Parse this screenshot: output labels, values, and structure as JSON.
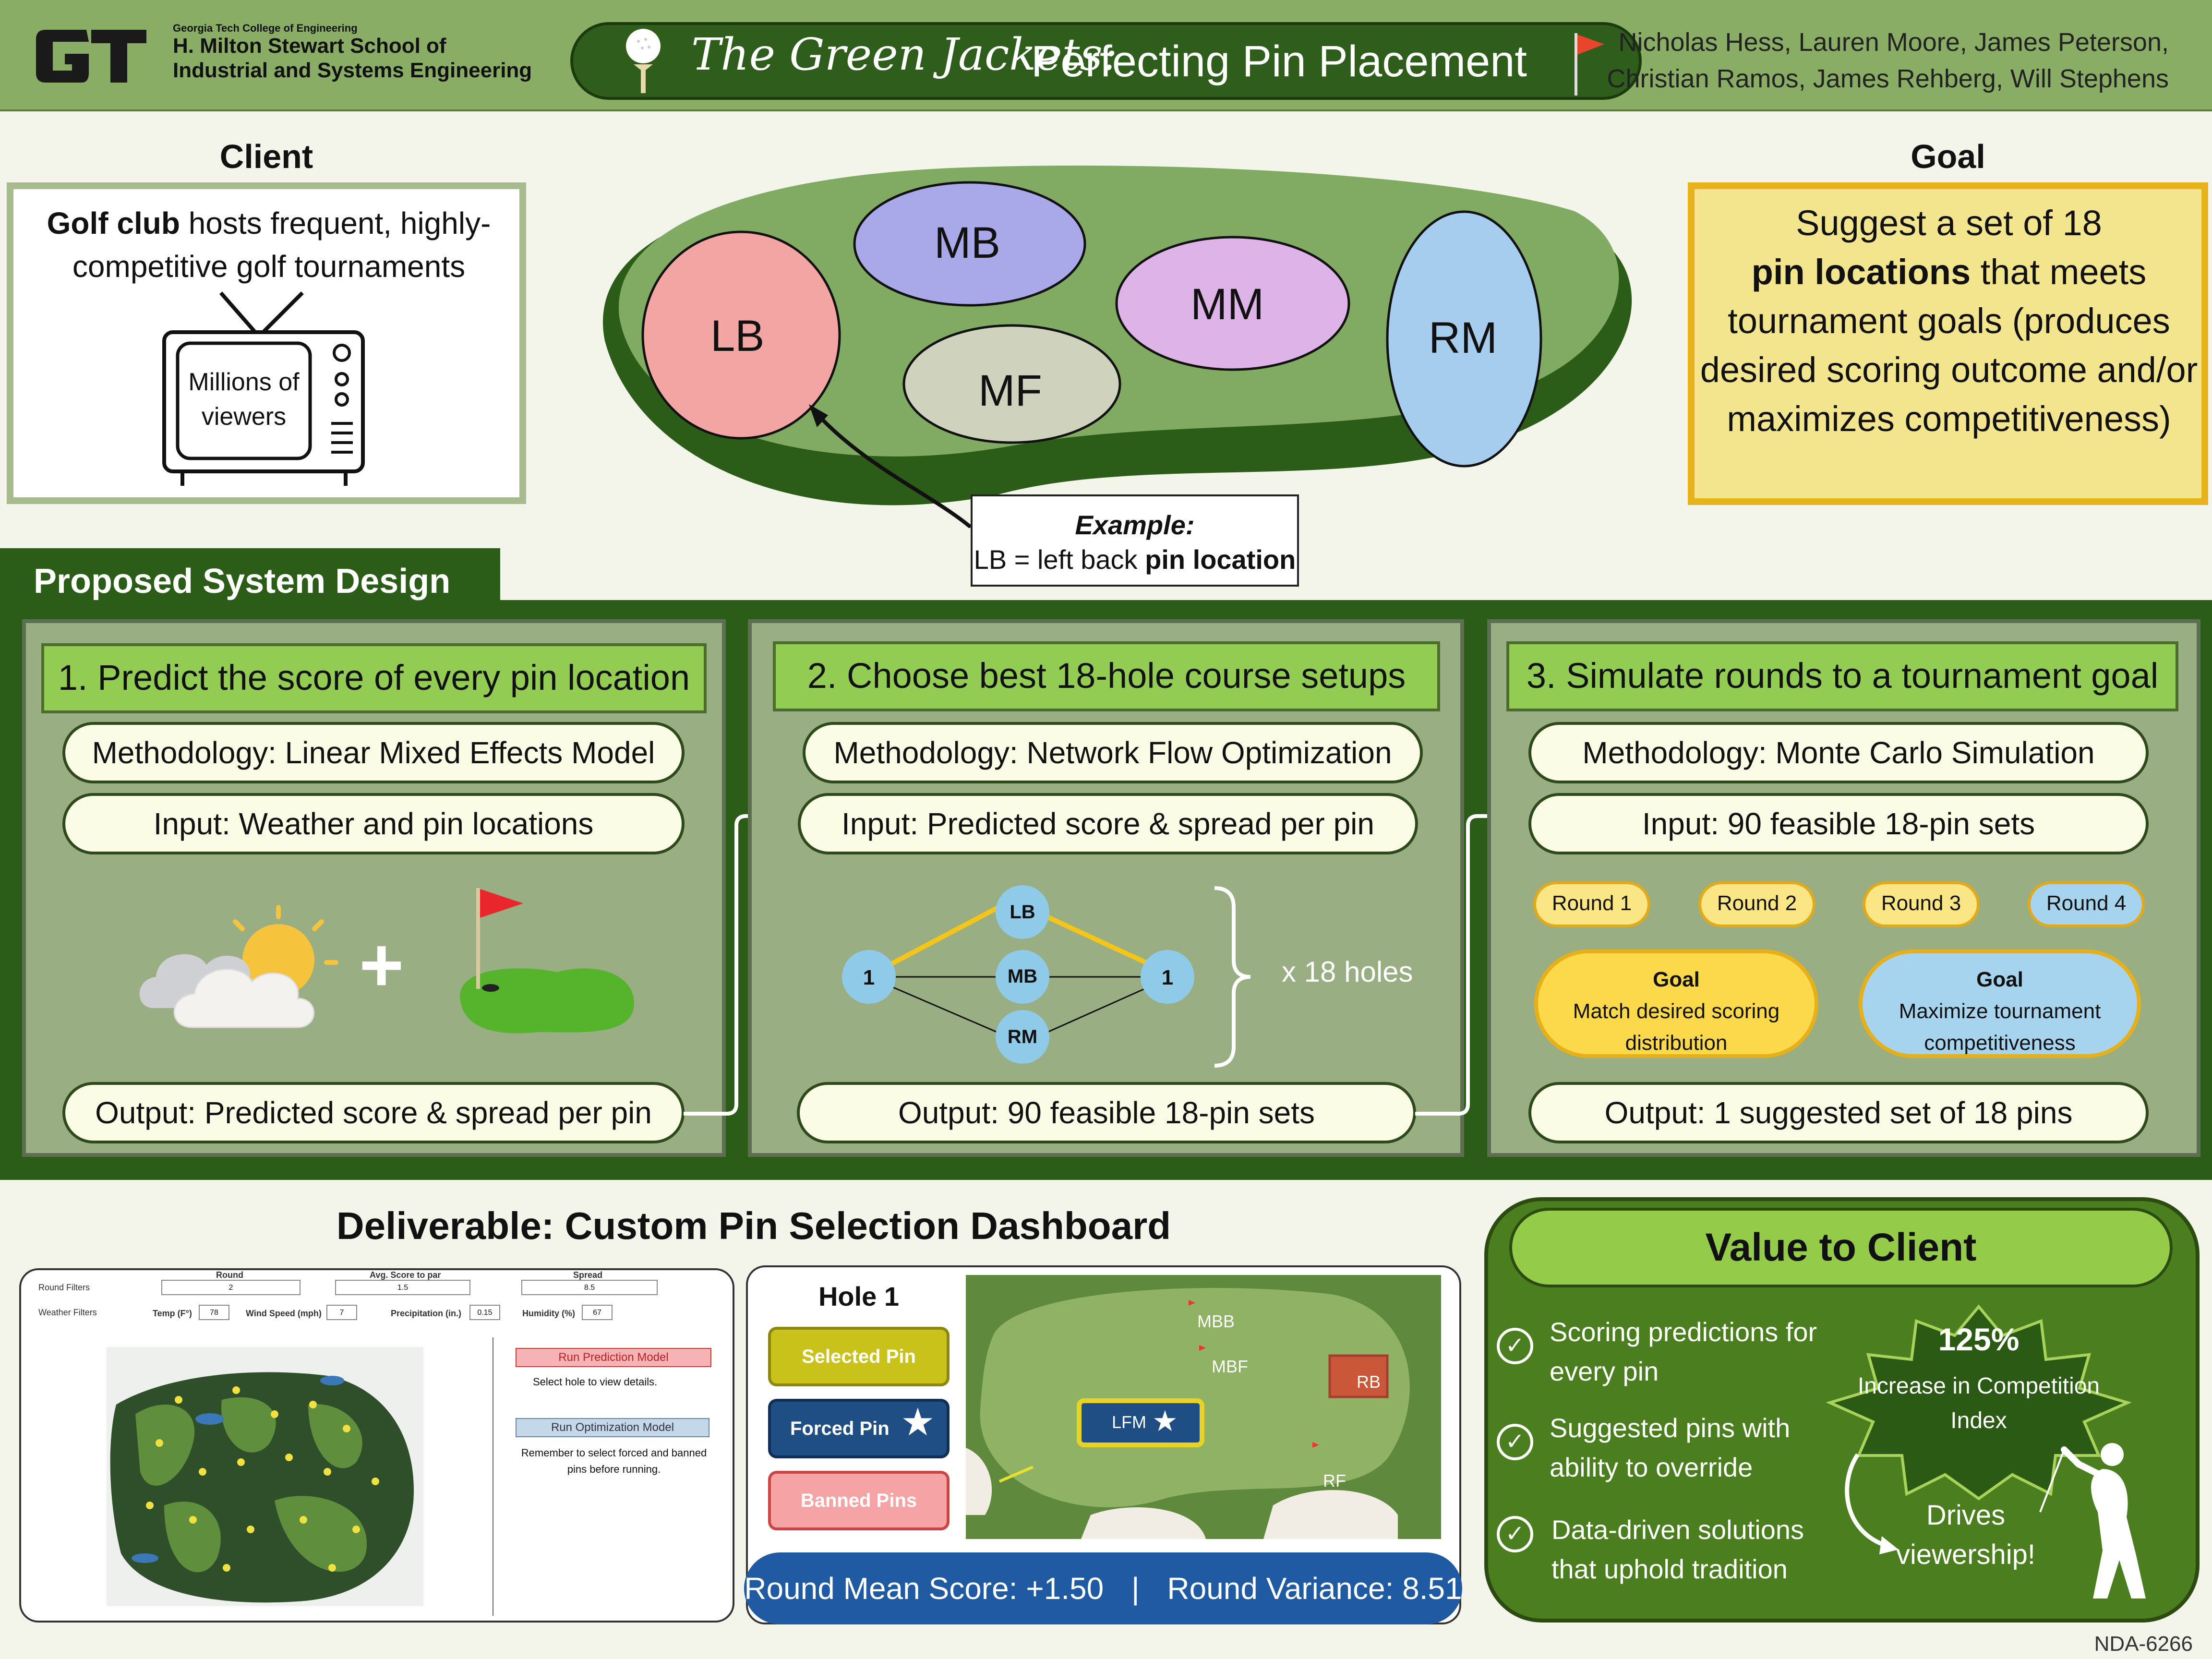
{
  "header": {
    "school_small": "Georgia Tech College of Engineering",
    "school_line1": "H. Milton Stewart School of",
    "school_line2": "Industrial and Systems Engineering",
    "team_name": "The Green Jackets:",
    "title": "Perfecting Pin Placement",
    "authors_line1": "Nicholas Hess, Lauren Moore, James Peterson,",
    "authors_line2": "Christian Ramos, James Rehberg, Will Stephens"
  },
  "client": {
    "heading": "Client",
    "bold": "Golf club",
    "text": " hosts frequent, highly-competitive golf tournaments",
    "tv_line1": "Millions of",
    "tv_line2": "viewers"
  },
  "green": {
    "zones": [
      "LB",
      "MB",
      "MM",
      "MF",
      "RM"
    ],
    "example_label": "Example:",
    "example_text": "LB = left back ",
    "example_bold": "pin location"
  },
  "goal": {
    "heading": "Goal",
    "line1": "Suggest a set of 18",
    "bold": "pin locations",
    "line2": " that meets tournament goals (produces desired scoring outcome and/or maximizes competitiveness)"
  },
  "system": {
    "heading": "Proposed System Design",
    "panels": [
      {
        "title": "1.  Predict the score of every pin location",
        "method": "Methodology: Linear Mixed Effects Model",
        "input": "Input: Weather and pin locations",
        "output": "Output: Predicted score & spread per pin"
      },
      {
        "title": "2. Choose best 18-hole course setups",
        "method": "Methodology: Network Flow Optimization",
        "input": "Input: Predicted score & spread per pin",
        "output": "Output: 90 feasible 18-pin sets"
      },
      {
        "title": "3.  Simulate rounds to a tournament goal",
        "method": "Methodology: Monte Carlo Simulation",
        "input": "Input: 90 feasible 18-pin sets",
        "output": "Output: 1 suggested set of 18 pins"
      }
    ],
    "network": {
      "source": "1",
      "nodes": [
        "LB",
        "MB",
        "RM"
      ],
      "sink": "1",
      "repeat": "x 18 holes"
    },
    "rounds": [
      "Round 1",
      "Round 2",
      "Round 3",
      "Round 4"
    ],
    "goal_label": "Goal",
    "goal_a": "Match desired scoring distribution",
    "goal_b": "Maximize tournament competitiveness"
  },
  "deliverable": {
    "heading": "Deliverable: Custom Pin Selection Dashboard",
    "filters": {
      "round_filters": "Round Filters",
      "weather_filters": "Weather Filters",
      "round_h": "Round",
      "round_v": "2",
      "avg_h": "Avg. Score to par",
      "avg_v": "1.5",
      "spread_h": "Spread",
      "spread_v": "8.5",
      "temp_l": "Temp (F°)",
      "temp_v": "78",
      "wind_l": "Wind Speed (mph)",
      "wind_v": "7",
      "precip_l": "Precipitation (in.)",
      "precip_v": "0.15",
      "humid_l": "Humidity (%)",
      "humid_v": "67"
    },
    "run_prediction": "Run Prediction Model",
    "select_hint": "Select hole to view details.",
    "run_optimization": "Run Optimization Model",
    "remember_hint": "Remember to select forced and banned pins before running.",
    "hole": "Hole 1",
    "selected_pin": "Selected Pin",
    "forced_pin": "Forced Pin",
    "banned_pins": "Banned Pins",
    "pins": [
      "MBB",
      "MBF",
      "RB",
      "LFM",
      "RF"
    ],
    "round_mean": "Round Mean Score: +1.50",
    "round_variance": "Round Variance: 8.51",
    "separator": "|"
  },
  "value": {
    "heading": "Value to Client",
    "items": [
      "Scoring predictions for every pin",
      "Suggested pins with ability to override",
      "Data-driven solutions that uphold tradition"
    ],
    "badge_value": "125%",
    "badge_text": "Increase in Competition Index",
    "drives": "Drives viewership!"
  },
  "footer": {
    "code": "NDA-6266"
  }
}
